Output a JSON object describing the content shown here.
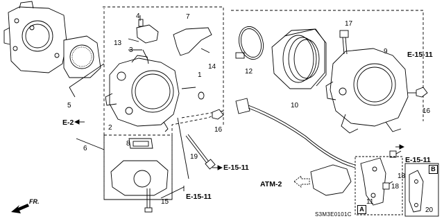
{
  "diagram": {
    "part_labels": {
      "p1": "1",
      "p2": "2",
      "p3": "3",
      "p4": "4",
      "p5": "5",
      "p6": "6",
      "p7": "7",
      "p8": "8",
      "p9": "9",
      "p10": "10",
      "p11": "11",
      "p12": "12",
      "p13": "13",
      "p14": "14",
      "p15": "15",
      "p16a": "16",
      "p16b": "16",
      "p17": "17",
      "p18a": "18",
      "p18b": "18",
      "p19": "19",
      "p20": "20"
    },
    "references": {
      "e2": "E-2",
      "e1511_top": "E-15-11",
      "e1511_mid": "E-15-11",
      "e1511_bot": "E-15-11",
      "e1511_right": "E-15-11",
      "atm2": "ATM-2"
    },
    "boxed_labels": {
      "a": "A",
      "b": "B"
    },
    "direction_label": "FR.",
    "diagram_code": "S3M3E0101C"
  }
}
